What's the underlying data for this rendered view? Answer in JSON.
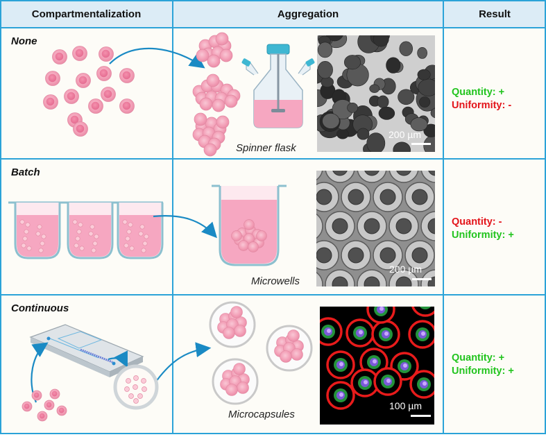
{
  "headers": {
    "col1": "Compartmentalization",
    "col2": "Aggregation",
    "col3": "Result"
  },
  "rows": [
    {
      "label": "None",
      "caption": "Spinner flask",
      "scale": "200 µm",
      "results": [
        {
          "text": "Quantity: +",
          "status": "good"
        },
        {
          "text": "Uniformity: -",
          "status": "bad"
        }
      ]
    },
    {
      "label": "Batch",
      "caption": "Microwells",
      "scale": "200 µm",
      "results": [
        {
          "text": "Quantity: -",
          "status": "bad"
        },
        {
          "text": "Uniformity: +",
          "status": "good"
        }
      ]
    },
    {
      "label": "Continuous",
      "caption": "Microcapsules",
      "scale": "100 µm",
      "results": [
        {
          "text": "Quantity: +",
          "status": "good"
        },
        {
          "text": "Uniformity: +",
          "status": "good"
        }
      ]
    }
  ],
  "colors": {
    "grid": "#2ba3d8",
    "header_bg": "#dcecf6",
    "good": "#22c41e",
    "bad": "#e3141a",
    "cell_pink": "#f5a9bf",
    "arrow": "#1a8ac4"
  }
}
